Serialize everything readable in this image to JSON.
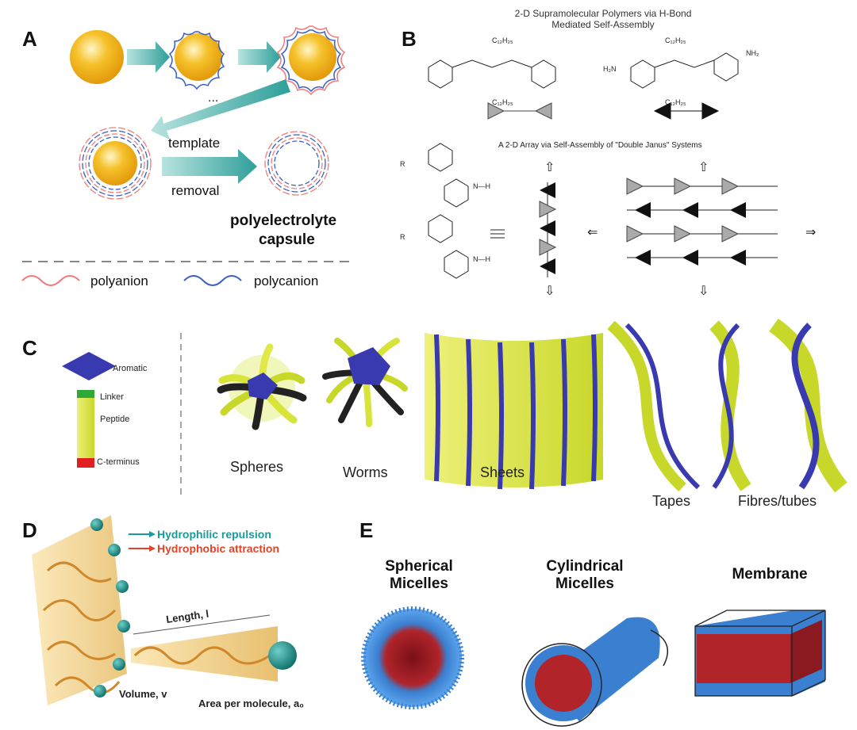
{
  "panels": {
    "a": {
      "letter": "A",
      "template_label_line1": "template",
      "template_label_line2": "removal",
      "ellipsis": "...",
      "capsule_line1": "polyelectrolyte",
      "capsule_line2": "capsule",
      "legend_polyanion": "polyanion",
      "legend_polycanion": "polycanion",
      "colors": {
        "core": "#f2b21a",
        "arrow": "#3aa5a0",
        "polyanion": "#ef7b7b",
        "polycanion": "#3a5fc7"
      }
    },
    "b": {
      "letter": "B",
      "title_line1": "2-D Supramolecular Polymers via H-Bond",
      "title_line2": "Mediated Self-Assembly",
      "array_title": "A 2-D Array via Self-Assembly of \"Double Janus\" Systems",
      "substituent_c12": "C₁₂H₂₅",
      "group_nh2": "NH₂",
      "group_h2n": "H₂N",
      "group_nh": "N—H",
      "group_r": "R"
    },
    "c": {
      "letter": "C",
      "part_aromatic": "Aromatic",
      "part_linker": "Linker",
      "part_peptide": "Peptide",
      "part_cterminus": "C-terminus",
      "label_spheres": "Spheres",
      "label_worms": "Worms",
      "label_sheets": "Sheets",
      "label_tapes": "Tapes",
      "label_fibres": "Fibres/tubes",
      "colors": {
        "blue": "#3a3ab0",
        "yellow": "#d8e43a",
        "green": "#2fa83a",
        "red": "#e02020"
      }
    },
    "d": {
      "letter": "D",
      "legend_repulsion": "Hydrophilic repulsion",
      "legend_attraction": "Hydrophobic attraction",
      "length_label": "Length, l",
      "volume_label": "Volume, v",
      "area_label": "Area per molecule, a₀",
      "colors": {
        "repulsion": "#1a9a9a",
        "attraction": "#e0442a",
        "cone": "#f7dc9a"
      }
    },
    "e": {
      "letter": "E",
      "spherical_line1": "Spherical",
      "spherical_line2": "Micelles",
      "cylindrical_line1": "Cylindrical",
      "cylindrical_line2": "Micelles",
      "membrane_label": "Membrane",
      "colors": {
        "shell": "#3a7fd0",
        "core": "#b0242a"
      }
    }
  }
}
